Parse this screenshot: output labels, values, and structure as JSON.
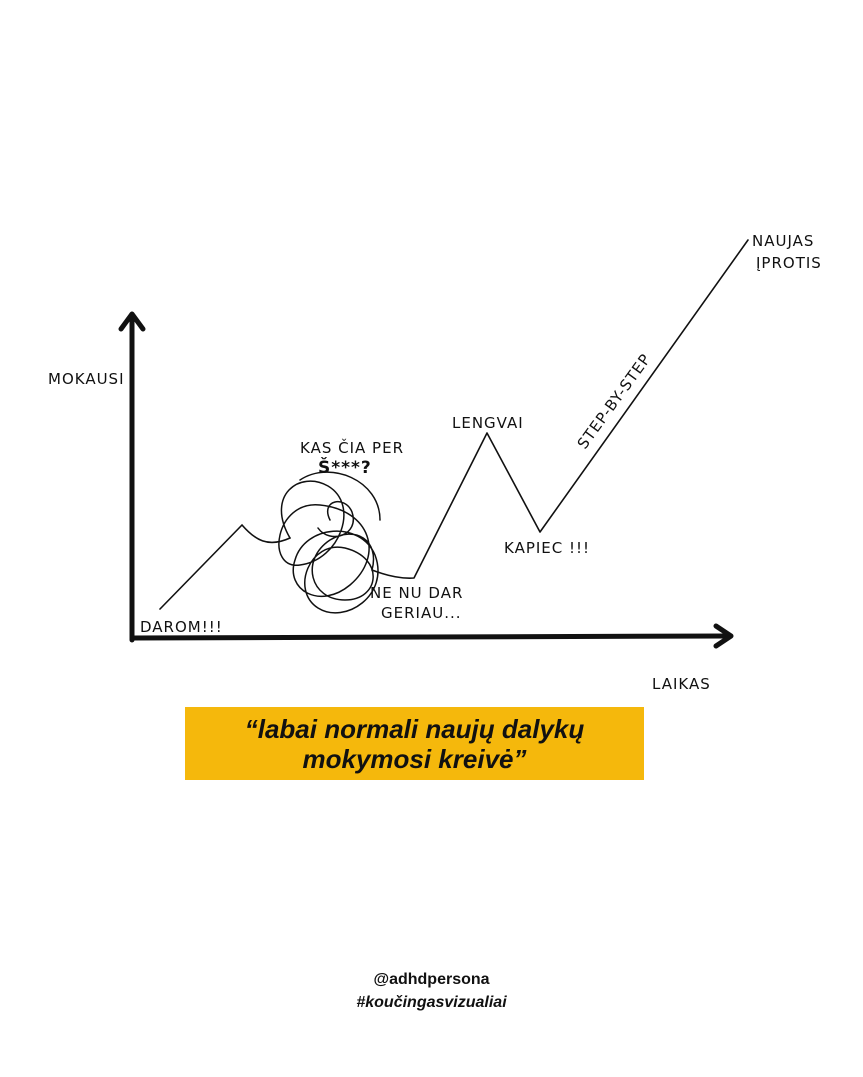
{
  "diagram": {
    "y_axis_label": "MOKAUSI",
    "x_axis_label": "LAIKAS",
    "points": {
      "start": "DAROM!!!",
      "mess": [
        "KAS ČIA PER",
        "Š***?"
      ],
      "not_bad": [
        "NE NU DAR",
        "GERIAU..."
      ],
      "easy": "LENGVAI",
      "drop": "KAPIEC !!!",
      "step": "STEP-BY-STEP",
      "habit": [
        "NAUJAS",
        "ĮPROTIS"
      ]
    }
  },
  "caption": {
    "line1": "“labai normali naujų dalykų",
    "line2": "mokymosi kreivė”"
  },
  "credits": {
    "handle": "@adhdpersona",
    "hashtag": "#koučingasvizualiai"
  },
  "colors": {
    "highlight": "#f5b80c",
    "ink": "#111111"
  }
}
